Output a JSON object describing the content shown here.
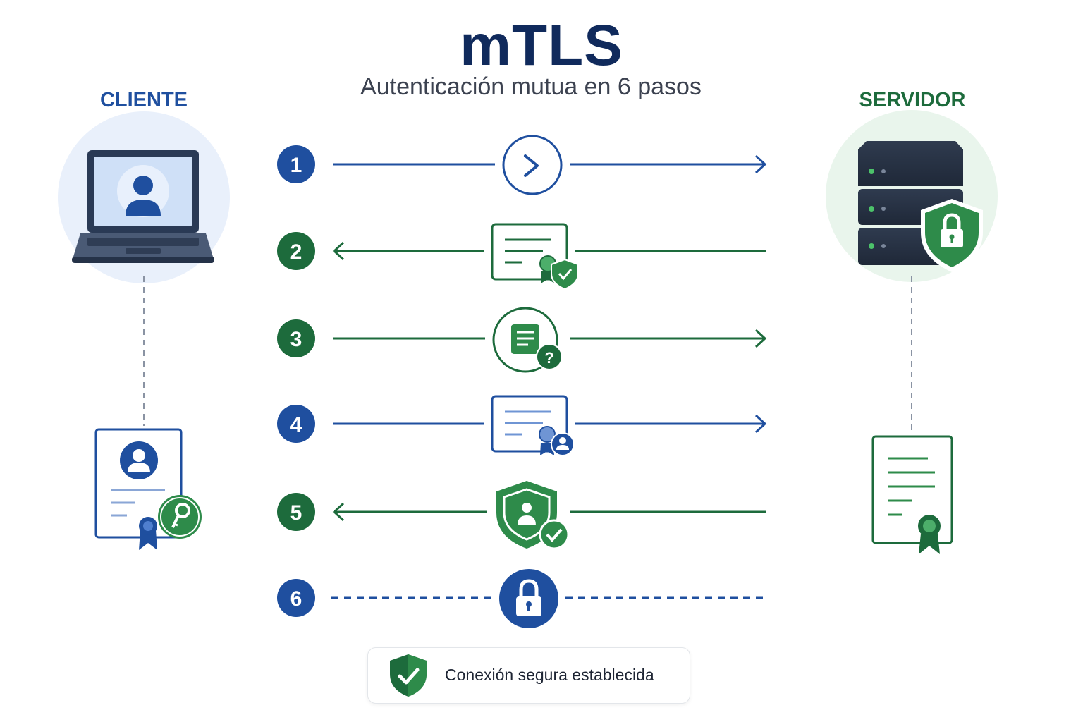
{
  "header": {
    "title": "mTLS",
    "subtitle": "Autenticación mutua en 6 pasos"
  },
  "client": {
    "label": "CLIENTE"
  },
  "server": {
    "label": "SERVIDOR"
  },
  "steps": [
    {
      "number": "1",
      "direction": "client-to-server",
      "icon": "chevron-right-icon",
      "color": "#1f4f9f"
    },
    {
      "number": "2",
      "direction": "server-to-client",
      "icon": "server-certificate-icon",
      "color": "#1d6b3c"
    },
    {
      "number": "3",
      "direction": "client-to-server",
      "icon": "certificate-request-icon",
      "color": "#1d6b3c"
    },
    {
      "number": "4",
      "direction": "client-to-server",
      "icon": "client-certificate-icon",
      "color": "#1f4f9f"
    },
    {
      "number": "5",
      "direction": "server-to-client",
      "icon": "verified-shield-icon",
      "color": "#1d6b3c"
    },
    {
      "number": "6",
      "direction": "both",
      "icon": "lock-icon",
      "color": "#1f4f9f",
      "dashed": true
    }
  ],
  "status": {
    "text": "Conexión segura establecida",
    "icon": "shield-check-icon"
  },
  "colors": {
    "blue": "#1f4f9f",
    "green": "#1d6b3c",
    "bright_green": "#2e8b4a",
    "navy": "#102a5c"
  }
}
